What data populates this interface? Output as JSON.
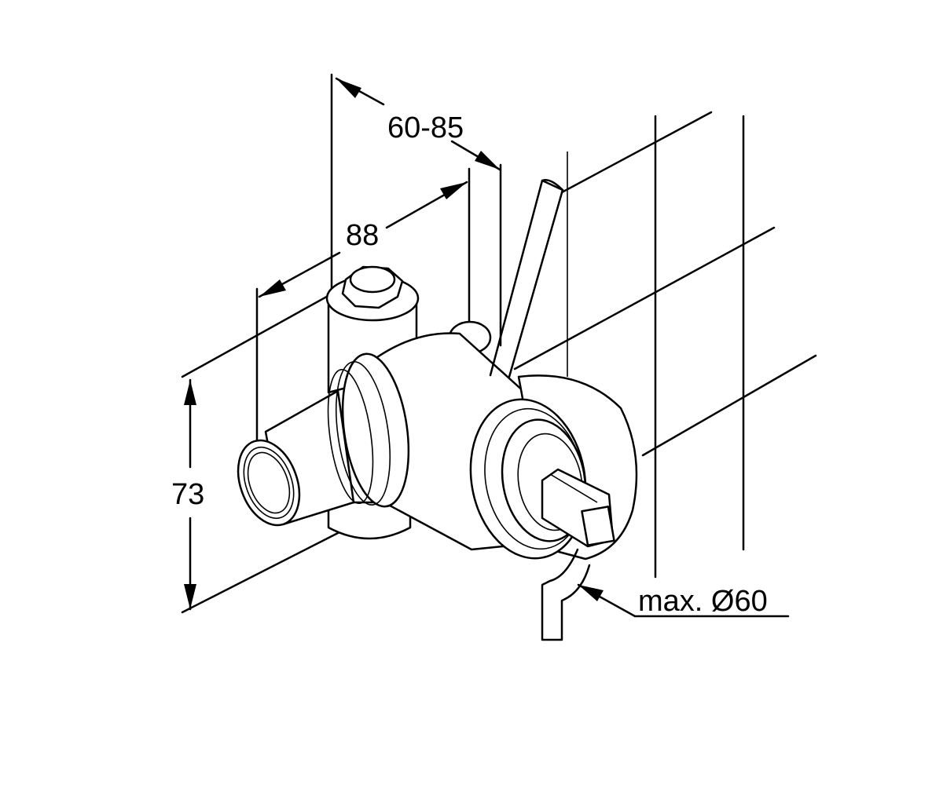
{
  "dimensions": {
    "depth_range": "60-85",
    "width": "88",
    "height": "73",
    "max_diameter": "max. Ø60"
  },
  "colors": {
    "line": "#000000",
    "background": "#ffffff"
  }
}
